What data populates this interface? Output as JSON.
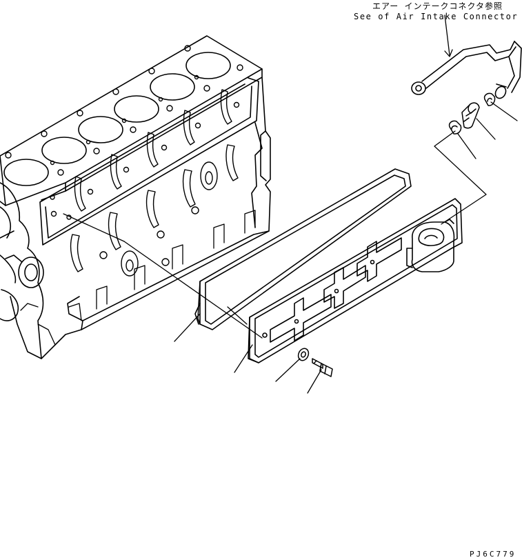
{
  "diagram": {
    "note_japanese": "エアー インテークコネクタ参照",
    "note_english": "See of Air Intake Connector",
    "drawing_code": "PJ6C779"
  },
  "colors": {
    "ink": "#000000",
    "paper": "#ffffff"
  }
}
